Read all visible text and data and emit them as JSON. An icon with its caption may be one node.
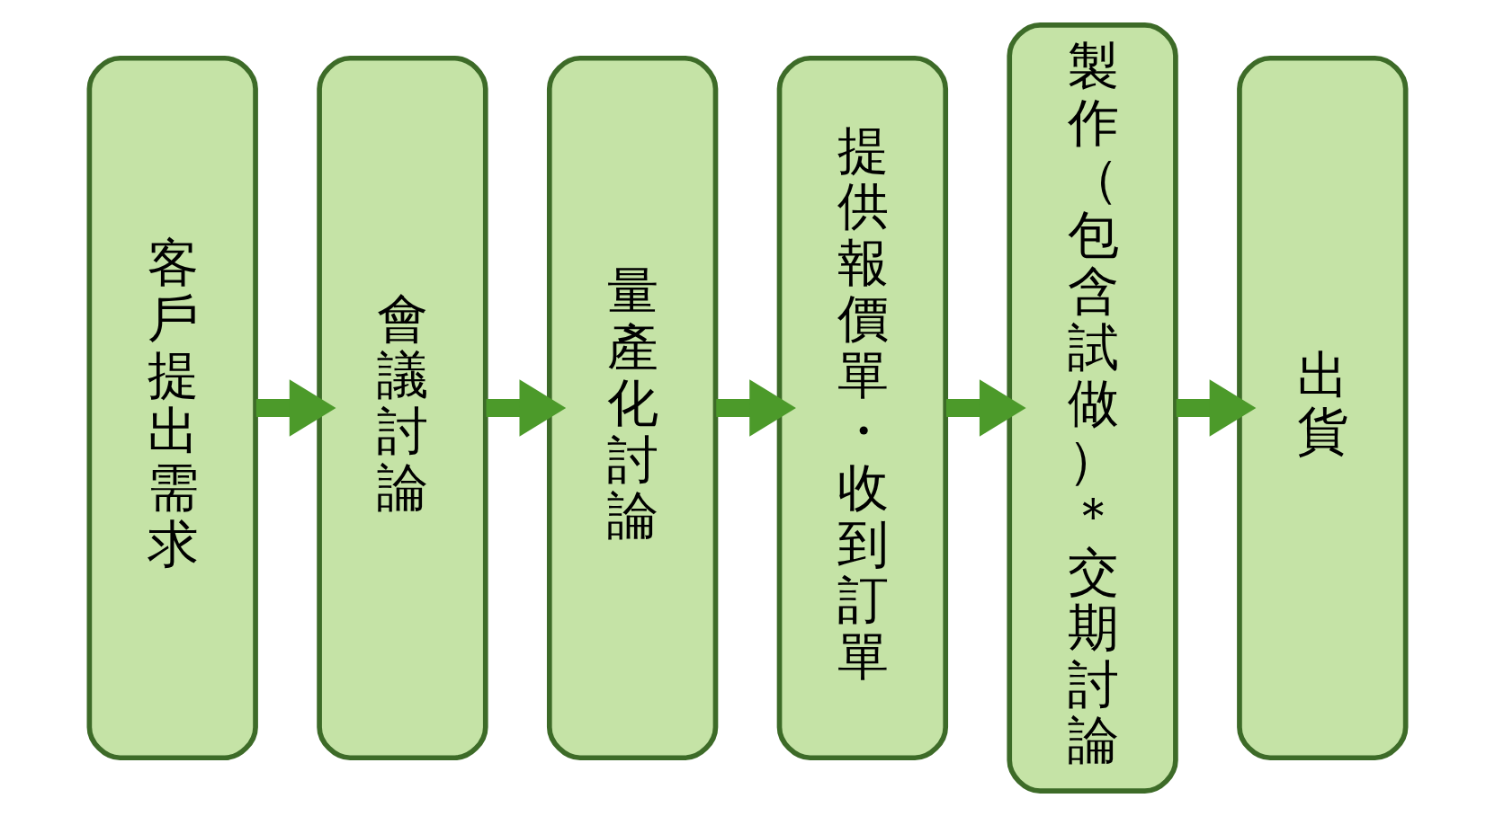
{
  "diagram": {
    "nodes": [
      {
        "text": [
          "客戶提出需求"
        ]
      },
      {
        "text": [
          "會議討論"
        ]
      },
      {
        "text": [
          "量產化討論"
        ]
      },
      {
        "text": [
          "提供報價單・收到訂單"
        ]
      },
      {
        "text": [
          "製作（包含試做）＊交期討論"
        ]
      },
      {
        "text": [
          "出貨"
        ]
      }
    ],
    "edges": [
      {
        "from": 0,
        "to": 1,
        "arrow": "to"
      },
      {
        "from": 1,
        "to": 2,
        "arrow": "to"
      },
      {
        "from": 2,
        "to": 3,
        "arrow": "to"
      },
      {
        "from": 3,
        "to": 4,
        "arrow": "to"
      },
      {
        "from": 4,
        "to": 5,
        "arrow": "to"
      }
    ]
  }
}
